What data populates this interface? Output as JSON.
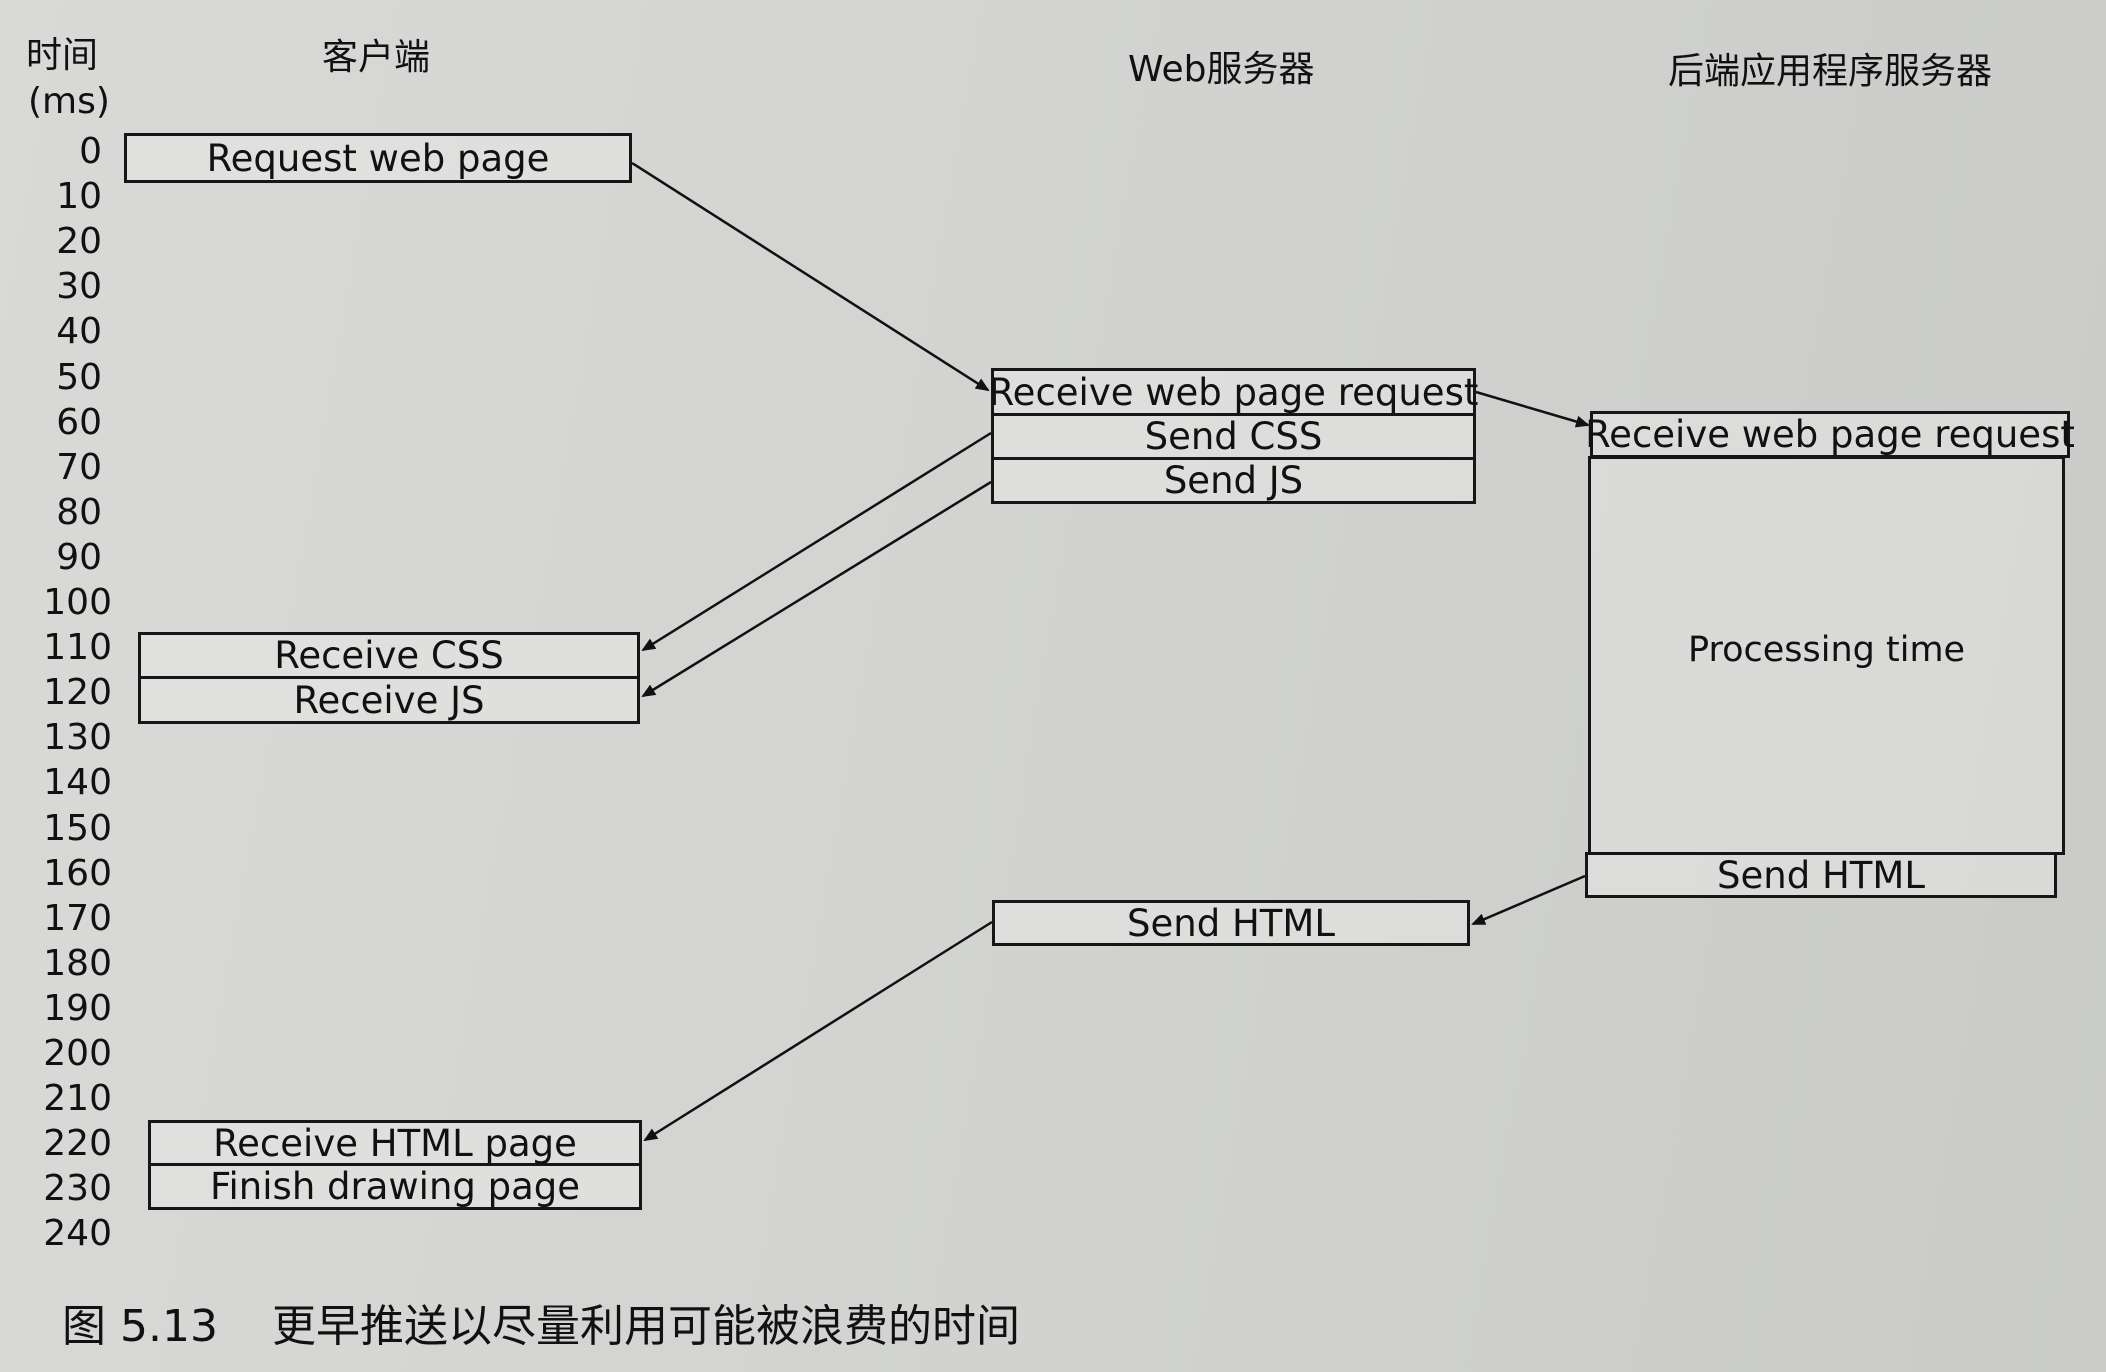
{
  "headers": {
    "time": "时间",
    "unit": "(ms)",
    "client": "客户端",
    "web_server": "Web服务器",
    "backend": "后端应用程序服务器"
  },
  "axis_ticks": [
    "0",
    "10",
    "20",
    "30",
    "40",
    "50",
    "60",
    "70",
    "80",
    "90",
    "100",
    "110",
    "120",
    "130",
    "140",
    "150",
    "160",
    "170",
    "180",
    "190",
    "200",
    "210",
    "220",
    "230",
    "240"
  ],
  "client": {
    "request": "Request web page",
    "receive_css": "Receive CSS",
    "receive_js": "Receive JS",
    "receive_html": "Receive HTML page",
    "finish_drawing": "Finish drawing page"
  },
  "web_server": {
    "receive_request": "Receive web page request",
    "send_css": "Send CSS",
    "send_js": "Send JS",
    "send_html": "Send HTML"
  },
  "backend": {
    "receive_request": "Receive web page request",
    "processing": "Processing time",
    "send_html": "Send HTML"
  },
  "caption": {
    "number": "图 5.13",
    "text": "更早推送以尽量利用可能被浪费的时间"
  }
}
